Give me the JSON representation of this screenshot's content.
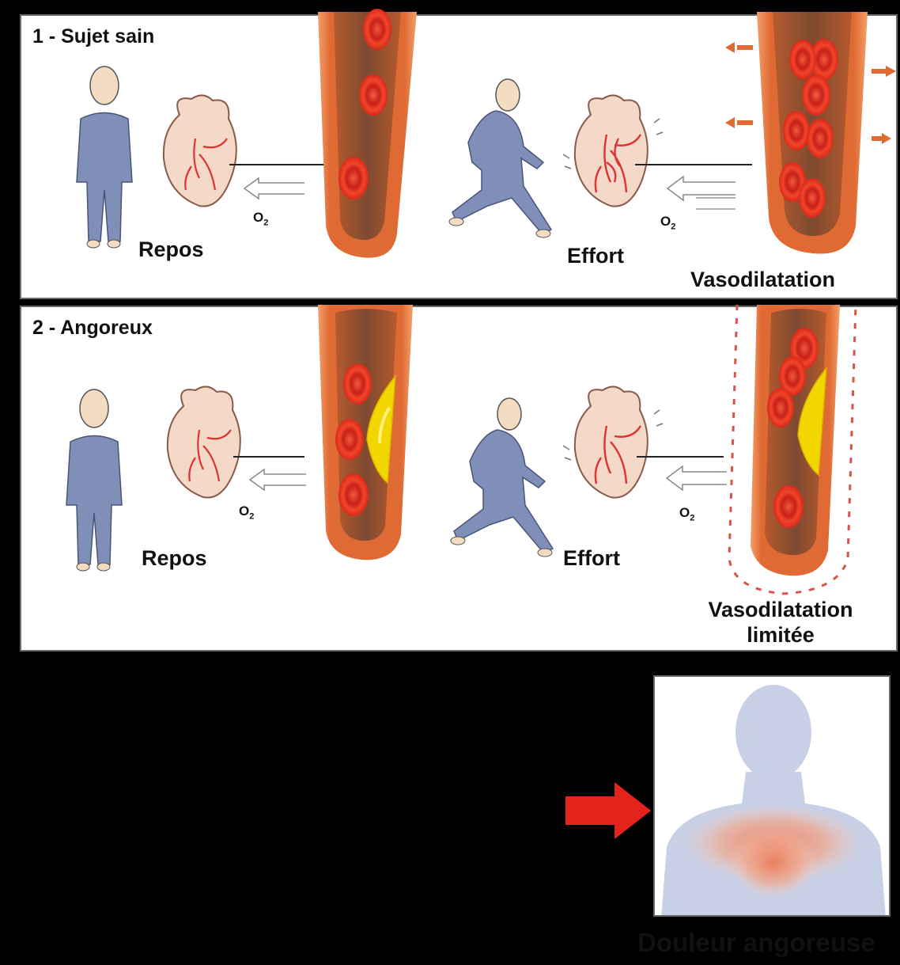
{
  "panel1": {
    "title": "1 - Sujet sain",
    "rest_label": "Repos",
    "effort_label": "Effort",
    "o2_text": "O",
    "o2_sub": "2",
    "vessel_label": "Vasodilatation"
  },
  "panel2": {
    "title": "2 - Angoreux",
    "rest_label": "Repos",
    "effort_label": "Effort",
    "o2_text": "O",
    "o2_sub": "2",
    "vessel_label_line1": "Vasodilatation",
    "vessel_label_line2": "limitée"
  },
  "pain": {
    "label": "Douleur angoreuse"
  },
  "colors": {
    "skin": "#f3dcc2",
    "clothes": "#7f8fb8",
    "vessel_outer": "#e07a45",
    "vessel_inner": "#8f4a2b",
    "red_cell": "#ef3a22",
    "plaque": "#f2d600",
    "arrow_red": "#e3231c",
    "pain_glow": "#ec8a6a",
    "silhouette": "#c8d0e6"
  }
}
